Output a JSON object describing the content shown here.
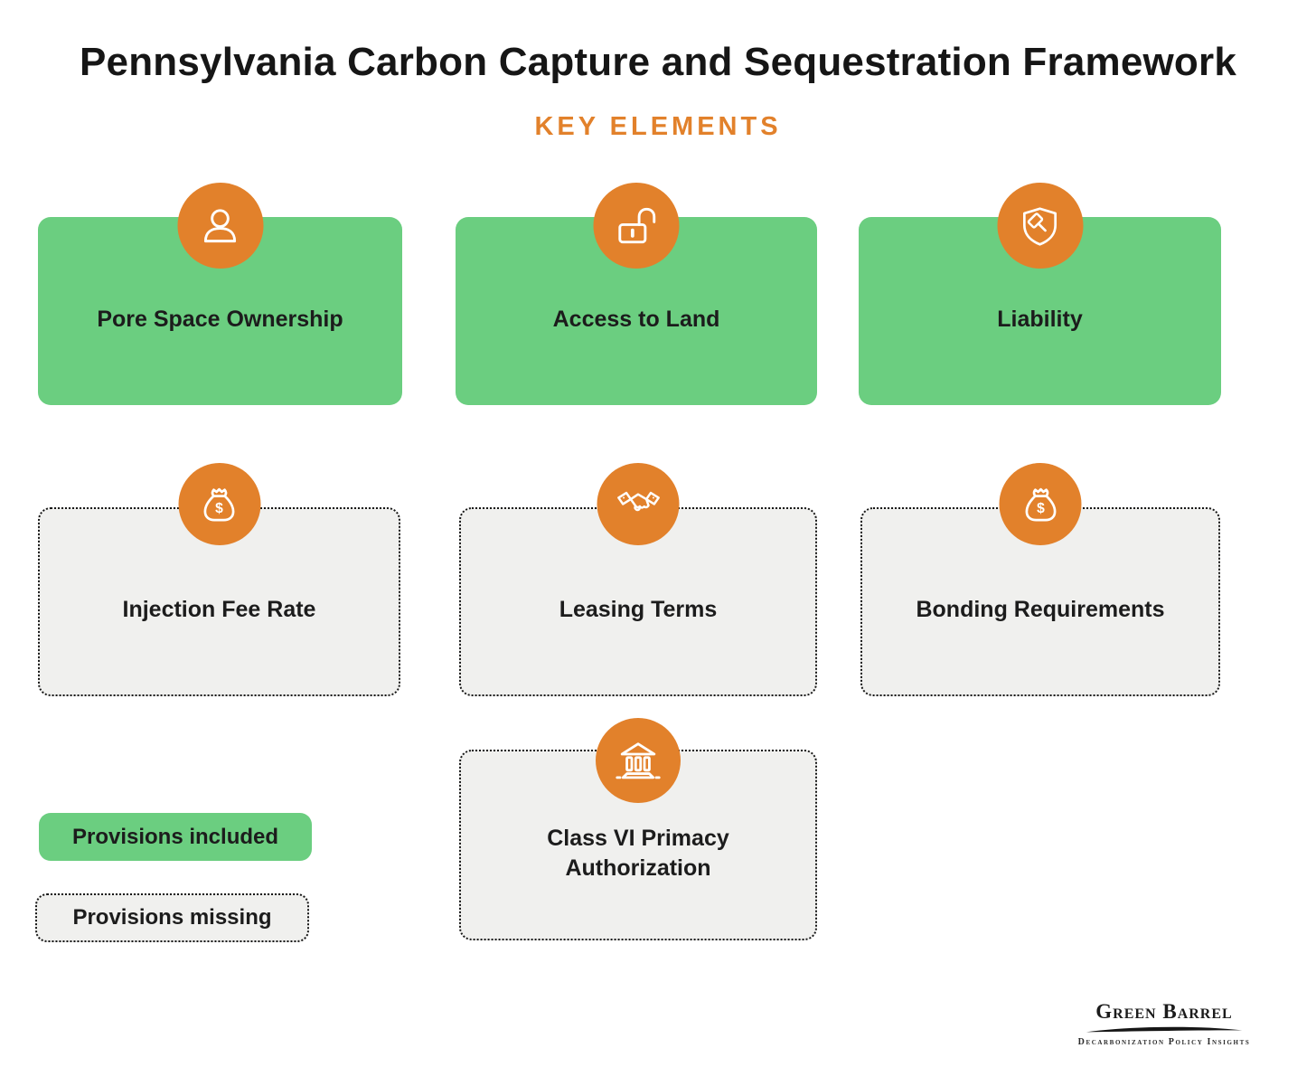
{
  "header": {
    "title": "Pennsylvania Carbon Capture and Sequestration Framework",
    "subtitle": "KEY ELEMENTS"
  },
  "cards": [
    {
      "label": "Pore Space Ownership",
      "status": "included",
      "icon": "person-icon"
    },
    {
      "label": "Access to Land",
      "status": "included",
      "icon": "unlocked-padlock-icon"
    },
    {
      "label": "Liability",
      "status": "included",
      "icon": "shield-gavel-icon"
    },
    {
      "label": "Injection Fee Rate",
      "status": "missing",
      "icon": "money-bag-icon"
    },
    {
      "label": "Leasing Terms",
      "status": "missing",
      "icon": "handshake-icon"
    },
    {
      "label": "Bonding Requirements",
      "status": "missing",
      "icon": "money-bag-icon"
    },
    {
      "label": "Class VI Primacy Authorization",
      "status": "missing",
      "icon": "bank-icon"
    }
  ],
  "legend": {
    "included": "Provisions included",
    "missing": "Provisions missing"
  },
  "logo": {
    "name": "Green Barrel",
    "tagline": "Decarbonization Policy Insights"
  },
  "colors": {
    "accent_orange": "#E2812B",
    "included_green": "#6BCE80",
    "missing_gray": "#F0F0EE",
    "title_text": "#161616",
    "label_text": "#1C1C1C"
  }
}
